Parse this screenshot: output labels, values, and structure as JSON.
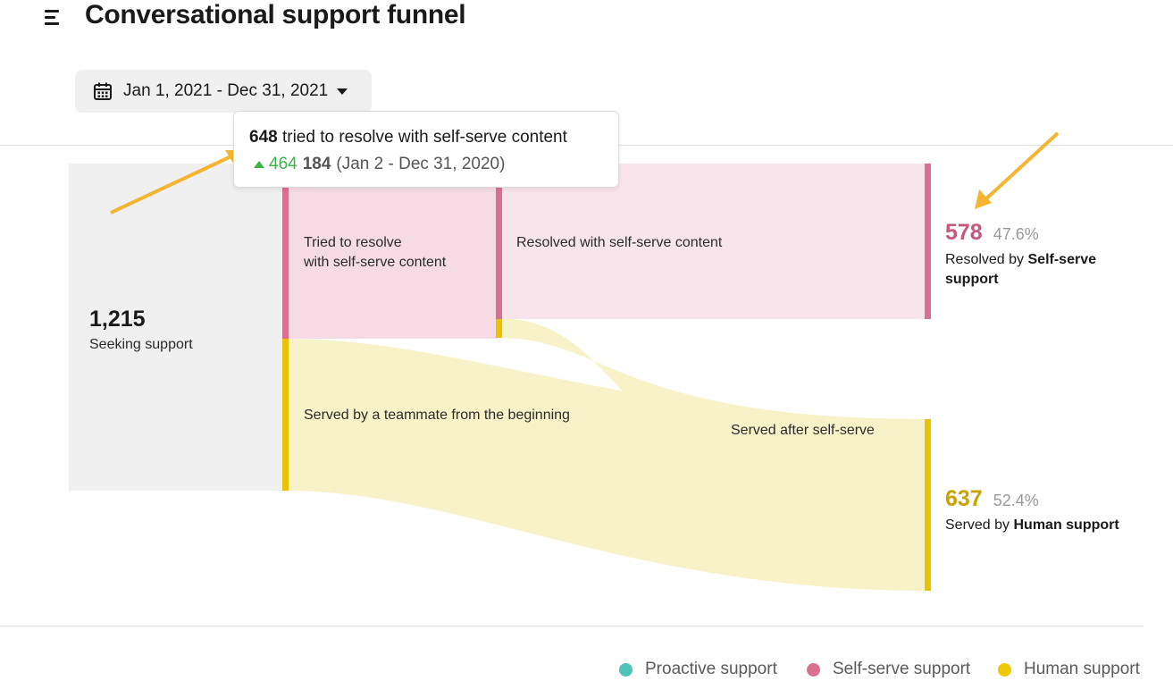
{
  "header": {
    "title": "Conversational support funnel"
  },
  "date_range": {
    "label": "Jan 1, 2021 - Dec 31, 2021"
  },
  "funnel": {
    "seeking": {
      "value": "1,215",
      "label": "Seeking support"
    },
    "tried_self_serve": {
      "label_line1": "Tried to resolve",
      "label_line2": "with self-serve content"
    },
    "resolved_self_serve": {
      "label": "Resolved with self-serve content"
    },
    "served_teammate": {
      "label": "Served by a teammate from the beginning"
    },
    "served_after": {
      "label": "Served after self-serve"
    },
    "result_self_serve": {
      "value": "578",
      "percent": "47.6%",
      "label_prefix": "Resolved by ",
      "label_bold": "Self-serve support"
    },
    "result_human": {
      "value": "637",
      "percent": "52.4%",
      "label_prefix": "Served by ",
      "label_bold": "Human support"
    }
  },
  "tooltip": {
    "count": "648",
    "text": "tried to resolve with self-serve content",
    "change": "464",
    "previous": "184",
    "previous_period": "(Jan 2 - Dec 31, 2020)"
  },
  "legend": [
    {
      "label": "Proactive support",
      "color": "#4fc3b8"
    },
    {
      "label": "Self-serve support",
      "color": "#d9708f"
    },
    {
      "label": "Human support",
      "color": "#f0c800"
    }
  ],
  "colors": {
    "seeking": "#f0f0f0",
    "self_serve_bar": "#d9708f",
    "self_serve_fill": "#f6dbe5",
    "self_serve_fill_light": "#f8e5ec",
    "human_bar": "#e9c200",
    "human_fill": "#f8f2c8",
    "self_serve_num": "#c4587f",
    "human_num": "#c9a400",
    "change_green": "#3bb54a",
    "annotation_arrow": "#f5b533"
  }
}
